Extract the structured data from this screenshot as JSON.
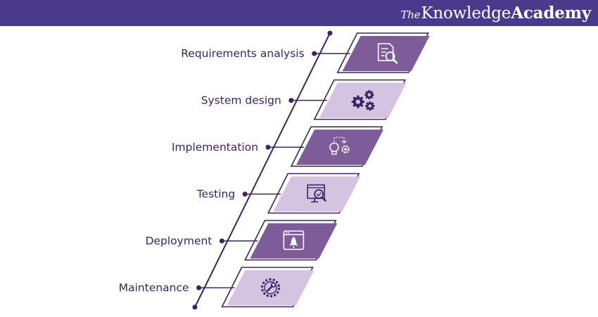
{
  "brand": {
    "prefix": "The",
    "name_regular": "Knowledge",
    "name_bold": "Academy",
    "bar_color": "#4a3a8c"
  },
  "colors": {
    "dark_panel": "#7d5c99",
    "light_panel": "#d5c3e2",
    "line": "#3b2561",
    "icon_light": "#ffffff",
    "icon_dark": "#3b2561"
  },
  "steps": [
    {
      "label": "Requirements analysis",
      "icon": "document-search-icon",
      "tone": "dark"
    },
    {
      "label": "System design",
      "icon": "gears-icon",
      "tone": "light"
    },
    {
      "label": "Implementation",
      "icon": "idea-gear-icon",
      "tone": "dark"
    },
    {
      "label": "Testing",
      "icon": "monitor-search-icon",
      "tone": "light"
    },
    {
      "label": "Deployment",
      "icon": "rocket-window-icon",
      "tone": "dark"
    },
    {
      "label": "Maintenance",
      "icon": "wrench-gear-icon",
      "tone": "light"
    }
  ]
}
